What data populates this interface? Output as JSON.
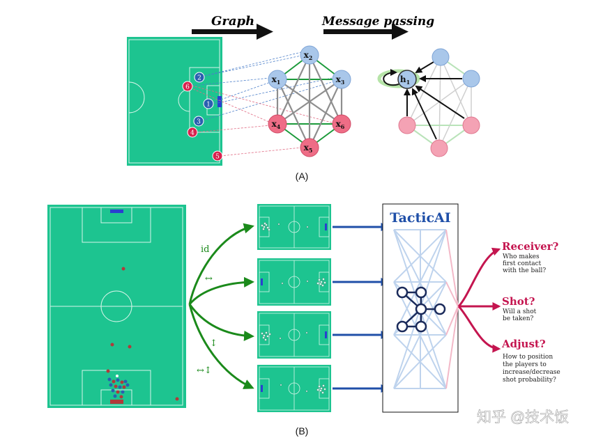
{
  "panel_a": {
    "caption": "(A)",
    "arrow_graph_label": "Graph",
    "arrow_message_label": "Message passing",
    "players": [
      "2",
      "6",
      "1",
      "3",
      "4",
      "5"
    ],
    "nodes": {
      "x1": "x",
      "x1_sub": "1",
      "x2": "x",
      "x2_sub": "2",
      "x3": "x",
      "x3_sub": "3",
      "x4": "x",
      "x4_sub": "4",
      "x5": "x",
      "x5_sub": "5",
      "x6": "x",
      "x6_sub": "6",
      "h1": "h",
      "h1_sub": "1"
    }
  },
  "panel_b": {
    "caption": "(B)",
    "transform_labels": [
      "id",
      "↔",
      "↕",
      "↔↕"
    ],
    "model_title": "TacticAI",
    "outputs": [
      {
        "title": "Receiver?",
        "lines": [
          "Who makes",
          "first contact",
          "with the ball?"
        ]
      },
      {
        "title": "Shot?",
        "lines": [
          "Will a shot",
          "be taken?"
        ]
      },
      {
        "title": "Adjust?",
        "lines": [
          "How to position",
          "the players to",
          "increase/decrease",
          "shot probability?"
        ]
      }
    ]
  },
  "watermark": "知乎 @技术饭",
  "colors": {
    "pitch": "#1dc490",
    "blue_team": "#2a5fb0",
    "red_team": "#d8224e",
    "node_blue": "#a9c7ea",
    "node_red": "#ee6d86",
    "green_arrow": "#1b8a1b",
    "blue_arrow": "#1f4fa8",
    "magenta": "#c4154f"
  }
}
